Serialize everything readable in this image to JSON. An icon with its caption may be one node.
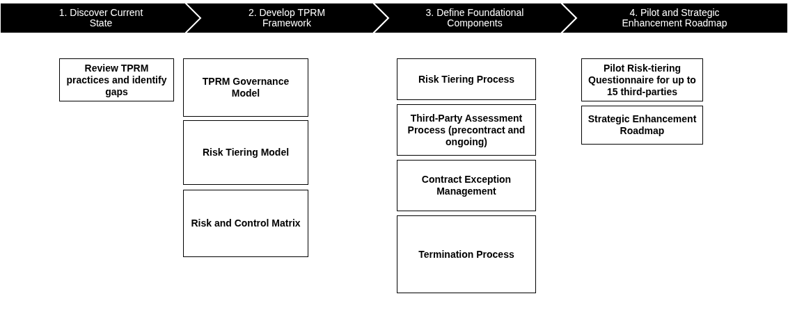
{
  "diagram": {
    "nodes": [
      {
        "text": [
          "1. Discover Current State"
        ]
      },
      {
        "text": [
          "Review TPRM practices and identify gaps"
        ]
      },
      {
        "text": [
          "2. Develop TPRM Framework"
        ]
      },
      {
        "text": [
          "TPRM Governance Model"
        ]
      },
      {
        "text": [
          "Risk Tiering Model"
        ]
      },
      {
        "text": [
          "Risk and Control Matrix"
        ]
      },
      {
        "text": [
          "3. Define Foundational Components"
        ]
      },
      {
        "text": [
          "Risk Tiering Process"
        ]
      },
      {
        "text": [
          "Third-Party Assessment Process (precontract and ongoing)"
        ]
      },
      {
        "text": [
          "Contract Exception Management"
        ]
      },
      {
        "text": [
          "Termination Process"
        ]
      },
      {
        "text": [
          "4. Pilot and Strategic Enhancement Roadmap"
        ]
      },
      {
        "text": [
          "Pilot Risk-tiering Questionnaire for up to 15 third-parties"
        ]
      },
      {
        "text": [
          "Strategic Enhancement Roadmap"
        ]
      }
    ]
  }
}
